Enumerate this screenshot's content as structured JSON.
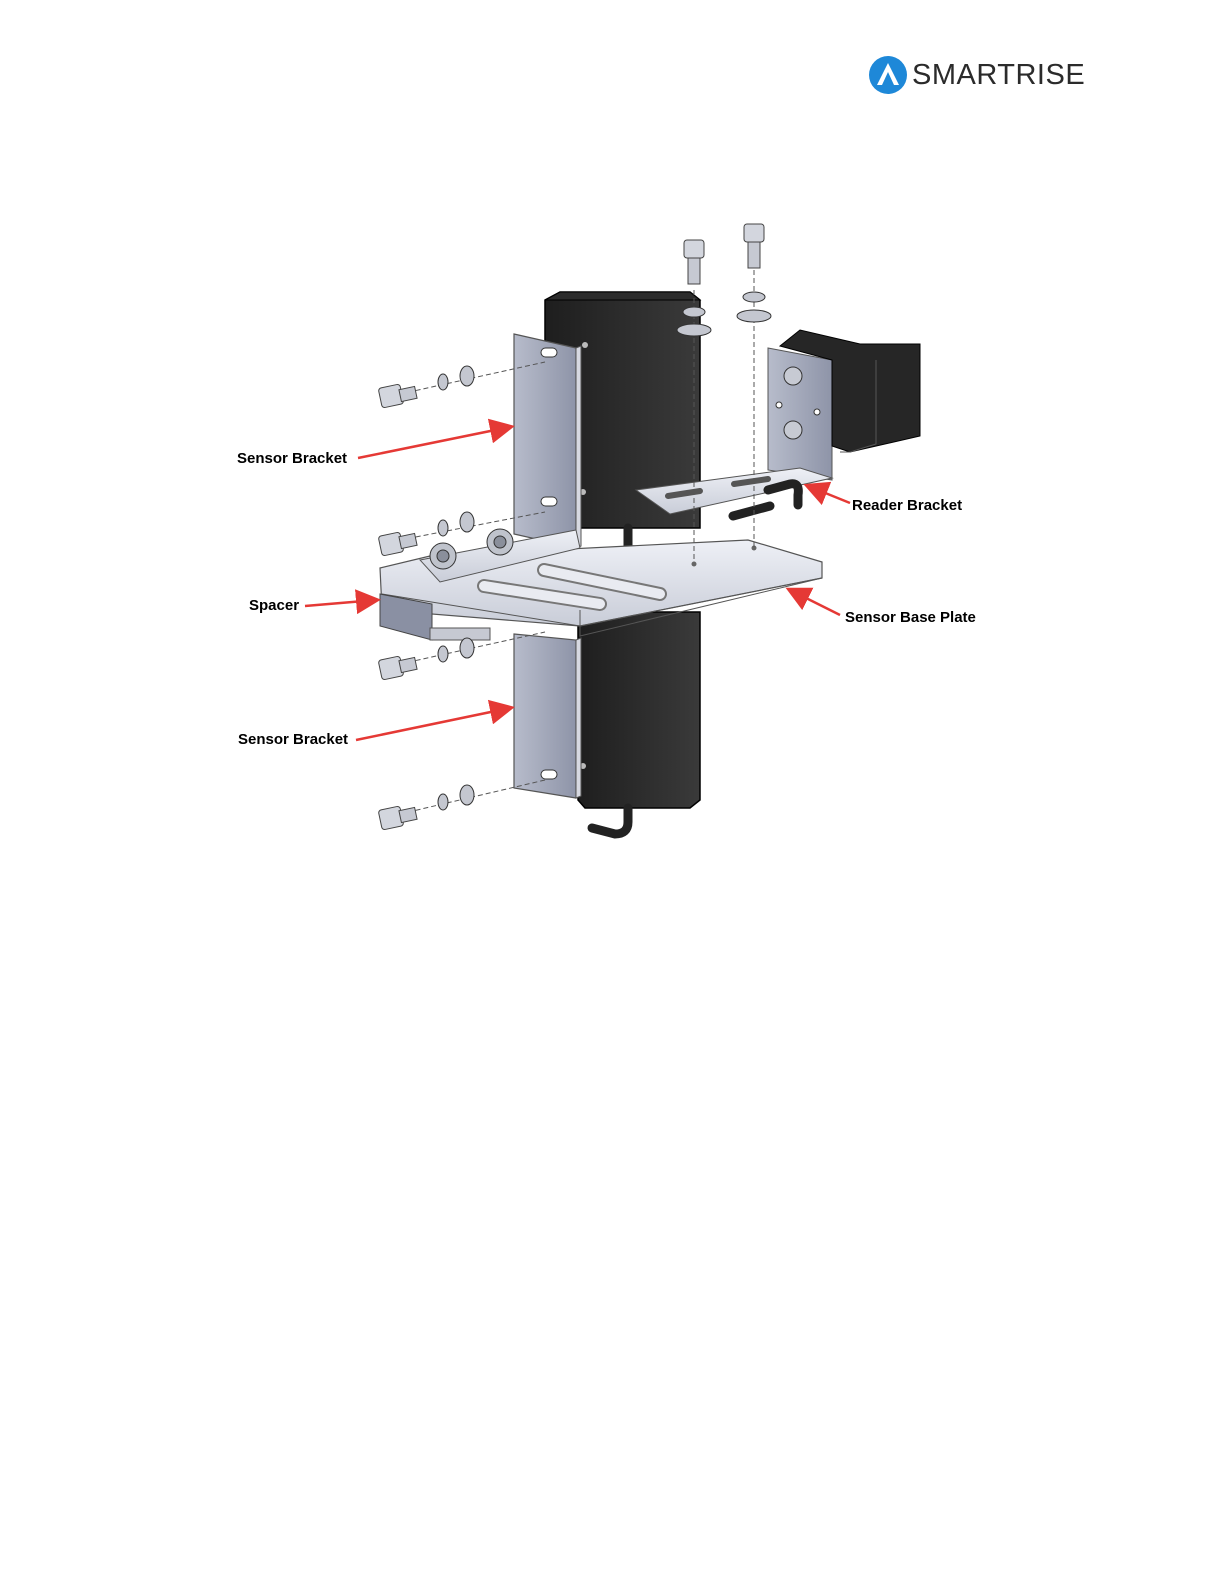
{
  "header": {
    "logo_text": "SMARTRISE",
    "logo_color": "#1e88d8"
  },
  "figure": {
    "callouts": {
      "sensor_bracket_top": "Sensor Bracket",
      "reader_bracket": "Reader Bracket",
      "spacer": "Spacer",
      "sensor_base_plate": "Sensor Base Plate",
      "sensor_bracket_bottom": "Sensor Bracket"
    },
    "arrow_color": "#e53935"
  }
}
